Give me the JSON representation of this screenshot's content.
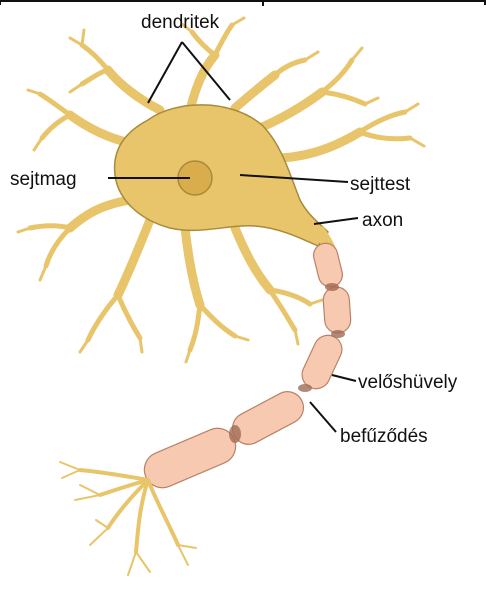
{
  "labels": {
    "dendrites": "dendritek",
    "nucleus": "sejtmag",
    "cell_body": "sejttest",
    "axon": "axon",
    "myelin_sheath": "velőshüvely",
    "node": "befűződés"
  },
  "colors": {
    "cell_fill": "#e8c56a",
    "cell_stroke": "#a88a3a",
    "nucleus_fill": "#d9ad4c",
    "myelin_fill": "#f6c9b0",
    "myelin_stroke": "#b98268",
    "node_shade": "#a26b55",
    "leader": "#111111"
  }
}
